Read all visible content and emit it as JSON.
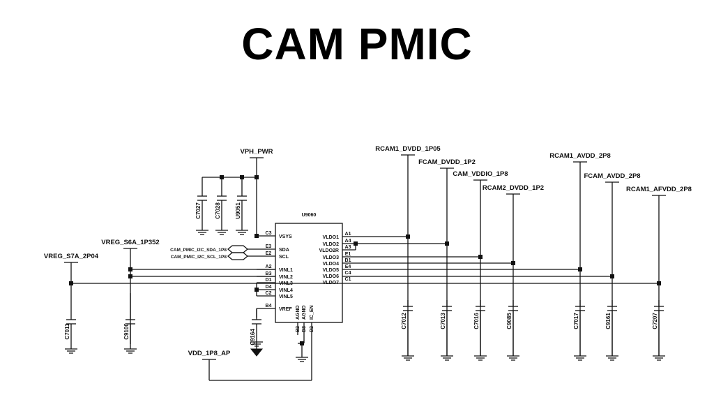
{
  "title": "CAM PMIC",
  "ic": {
    "ref": "U9060",
    "left_pins": [
      {
        "num": "C3",
        "name": "VSYS"
      },
      {
        "num": "E3",
        "name": "SDA"
      },
      {
        "num": "E2",
        "name": "SCL"
      },
      {
        "num": "A2",
        "name": "VINL1"
      },
      {
        "num": "B3",
        "name": "VINL2"
      },
      {
        "num": "D1",
        "name": "VINL3"
      },
      {
        "num": "D4",
        "name": "VINL4"
      },
      {
        "num": "C2",
        "name": "VINL5"
      },
      {
        "num": "B4",
        "name": "VREF"
      }
    ],
    "right_pins": [
      {
        "num": "A1",
        "name": "VLDO1"
      },
      {
        "num": "A4",
        "name": "VLDO2"
      },
      {
        "num": "A3",
        "name": "VLDO2R"
      },
      {
        "num": "E1",
        "name": "VLDO3"
      },
      {
        "num": "B1",
        "name": "VLDO4"
      },
      {
        "num": "E4",
        "name": "VLDO5"
      },
      {
        "num": "C4",
        "name": "VLDO6"
      },
      {
        "num": "C1",
        "name": "VLDO7"
      }
    ],
    "bottom_pins": [
      {
        "num": "B2",
        "name": "AGND"
      },
      {
        "num": "D3",
        "name": "AGND"
      },
      {
        "num": "D2",
        "name": "IC_EN"
      }
    ]
  },
  "nets": {
    "vph_pwr": "VPH_PWR",
    "sda": "CAM_PMIC_I2C_SDA_1P8",
    "scl": "CAM_PMIC_I2C_SCL_1P8",
    "vreg_s6a": "VREG_S6A_1P352",
    "vreg_s7a": "VREG_S7A_2P04",
    "vdd_1p8": "VDD_1P8_AP",
    "rails": [
      "RCAM1_DVDD_1P05",
      "FCAM_DVDD_1P2",
      "CAM_VDDIO_1P8",
      "RCAM2_DVDD_1P2",
      "RCAM1_AVDD_2P8",
      "FCAM_AVDD_2P8",
      "RCAM1_AFVDD_2P8"
    ]
  },
  "caps": {
    "top": [
      "C7027",
      "C7028",
      "U9051"
    ],
    "vref": "C9164",
    "s7a": "C7011",
    "s6a": "C9100",
    "rails": [
      "C7012",
      "C7013",
      "C7016",
      "C9085",
      "C7017",
      "C9161",
      "C7207"
    ]
  }
}
